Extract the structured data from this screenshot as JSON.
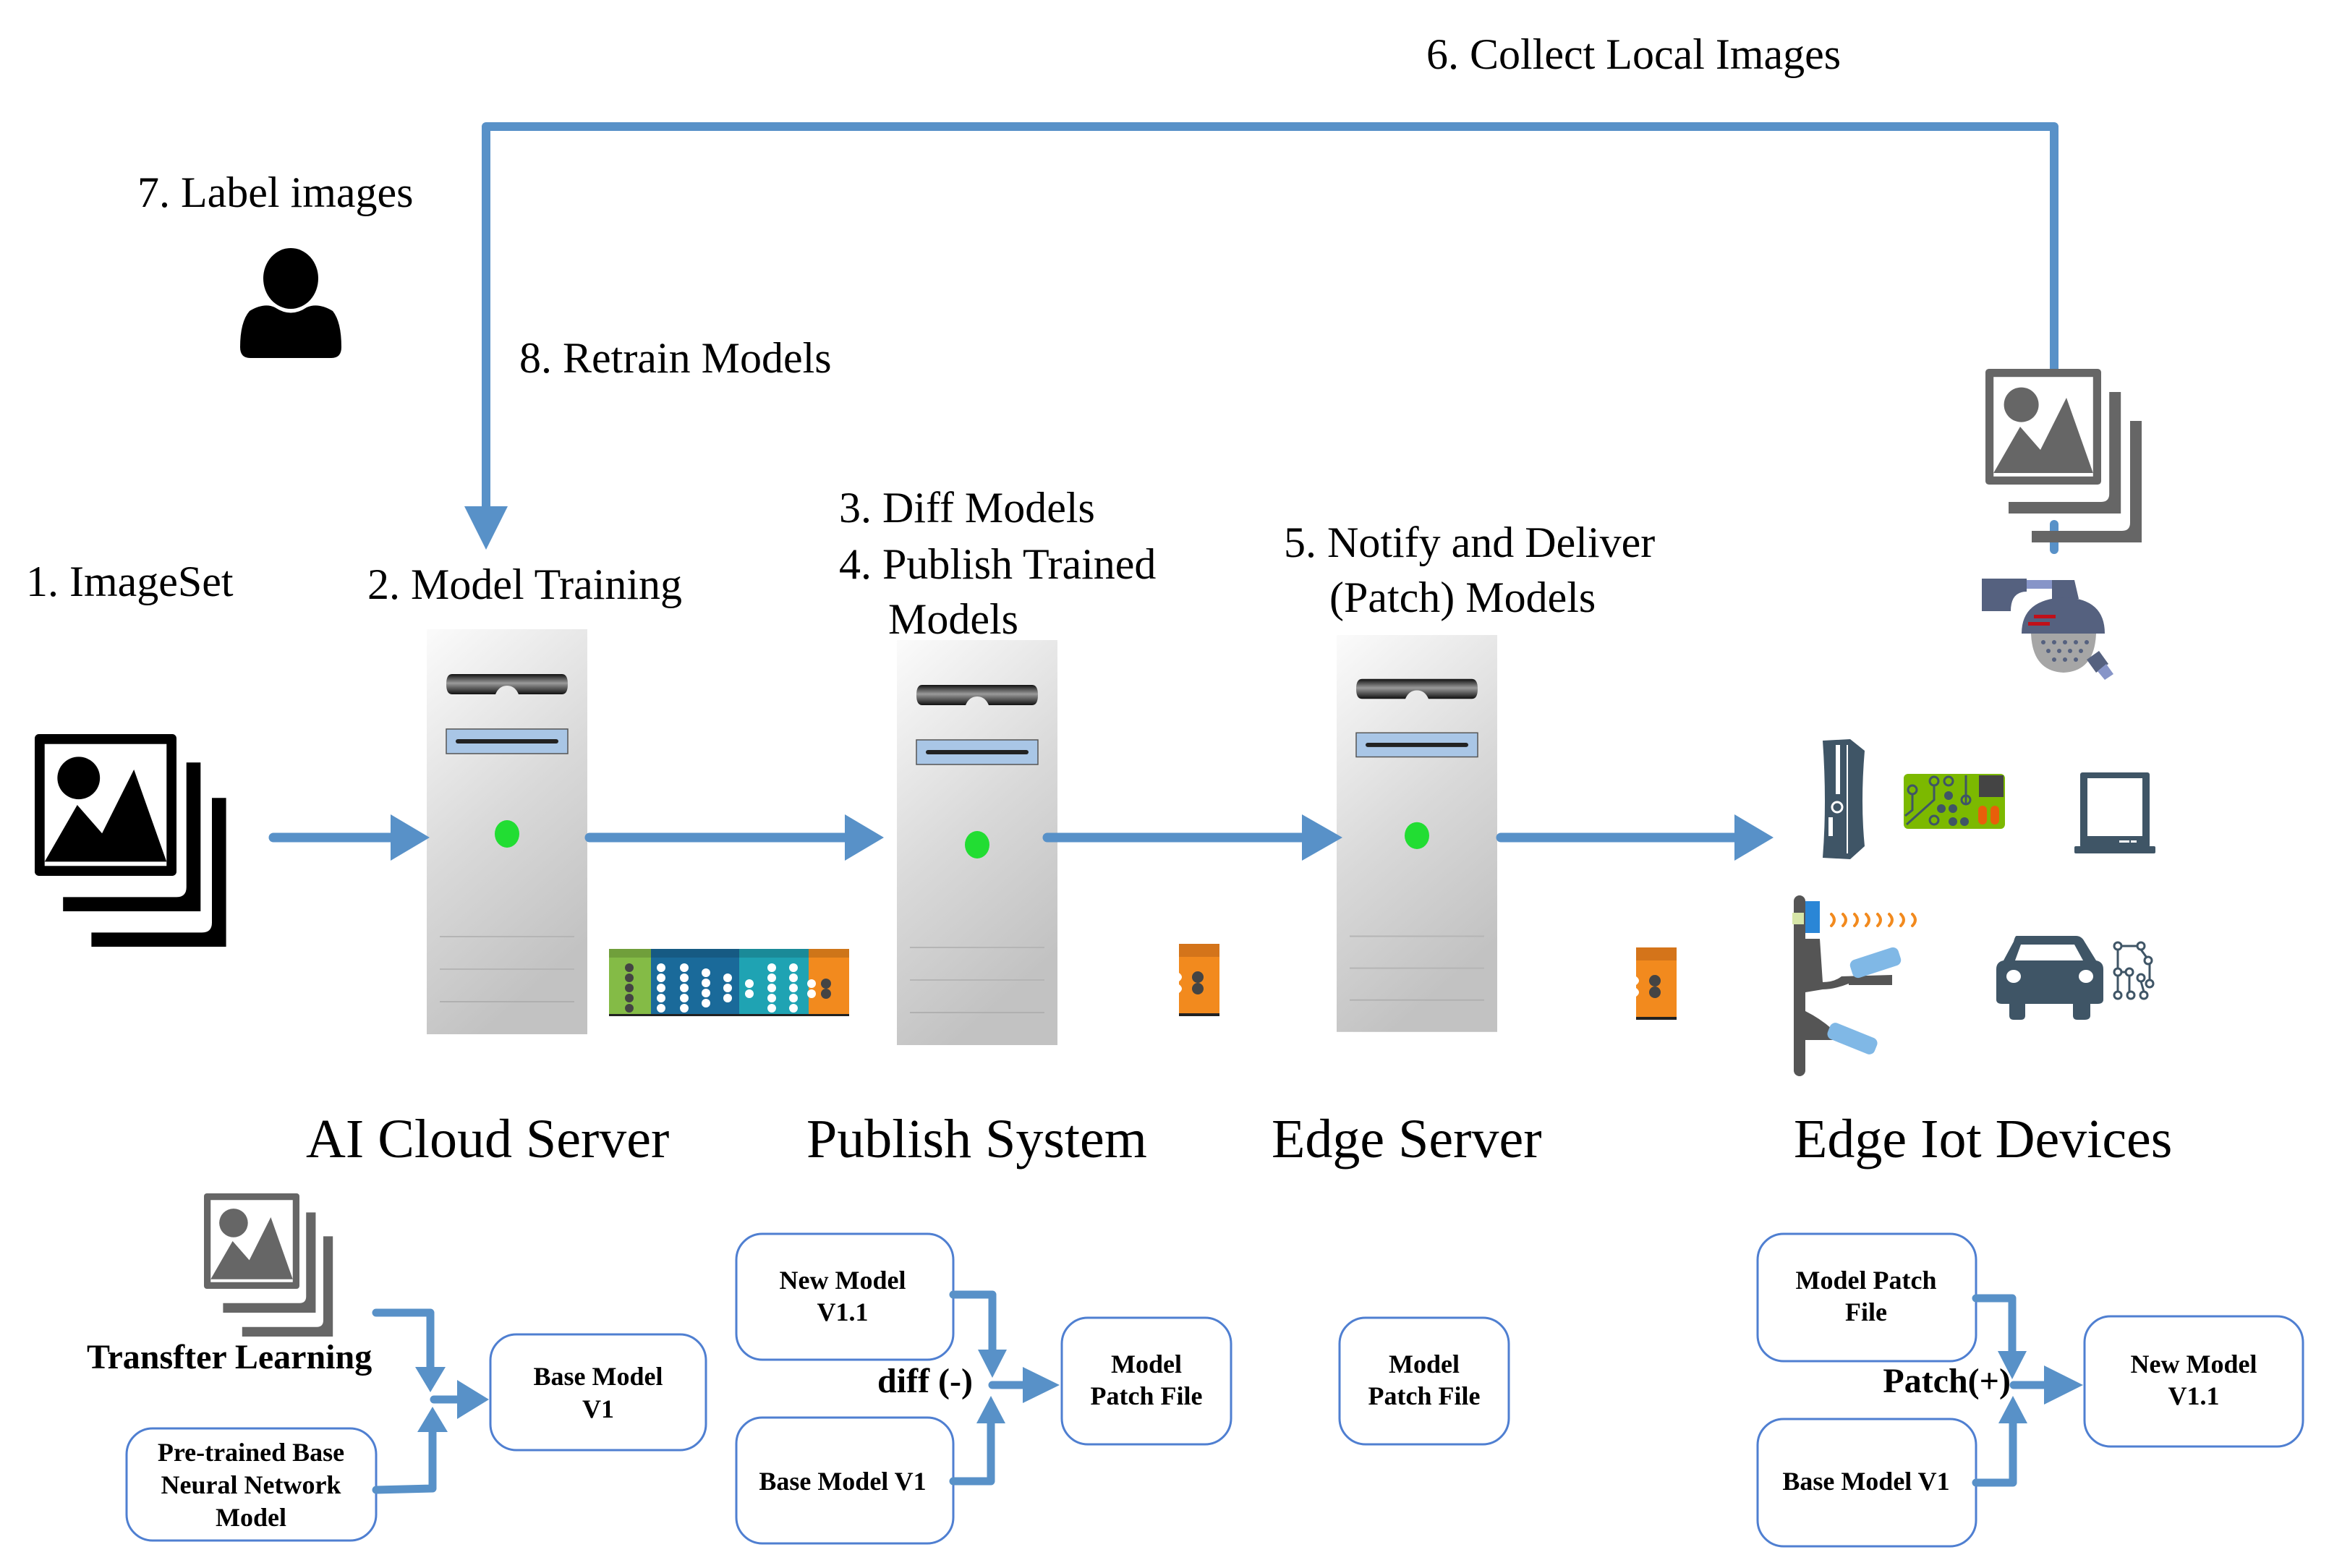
{
  "diagram": {
    "colors": {
      "arrow": "#5891c8",
      "box_border": "#4f7fd1",
      "server_led": "#22dd33",
      "server_bay": "#a9c6e6",
      "nn_input": "#84bb46",
      "nn_hidden": "#1a6a9a",
      "nn_hidden2": "#1fa3b3",
      "nn_output": "#f28a1e",
      "device_dark": "#3f5566",
      "icon_gray": "#666666",
      "icon_black": "#000000"
    },
    "steps": {
      "s1": "1. ImageSet",
      "s2": "2. Model Training",
      "s3": "3. Diff Models",
      "s4_line1": "4. Publish Trained",
      "s4_line2": "Models",
      "s5_line1": "5. Notify and Deliver",
      "s5_line2": "(Patch) Models",
      "s6": "6. Collect Local Images",
      "s7": "7. Label images",
      "s8": "8. Retrain Models"
    },
    "sections": [
      {
        "title": "AI Cloud Server"
      },
      {
        "title": "Publish System"
      },
      {
        "title": "Edge Server"
      },
      {
        "title": "Edge Iot Devices"
      }
    ],
    "icons": {
      "imageset": "image-stack-icon",
      "labeler": "person-icon",
      "local_images": "image-stack-icon",
      "server": "server-tower-icon",
      "neural_network": "neural-network-icon",
      "patch_model": "model-patch-icon",
      "devices": [
        "security-camera-icon",
        "game-console-icon",
        "circuit-board-icon",
        "tablet-icon",
        "robot-arm-sensor-icon",
        "connected-car-icon"
      ]
    },
    "cloud_detail": {
      "transfer_label": "Transfter Learning",
      "pretrained_line1": "Pre-trained Base",
      "pretrained_line2": "Neural Network",
      "pretrained_line3": "Model",
      "base_line1": "Base Model",
      "base_line2": "V1"
    },
    "publish_detail": {
      "new_line1": "New Model",
      "new_line2": "V1.1",
      "base": "Base Model V1",
      "operator": "diff (-)",
      "patch_line1": "Model",
      "patch_line2": "Patch File"
    },
    "edge_detail": {
      "patch_line1": "Model",
      "patch_line2": "Patch File"
    },
    "device_detail": {
      "patch_line1": "Model Patch",
      "patch_line2": "File",
      "base": "Base Model V1",
      "operator": "Patch(+)",
      "new_line1": "New Model",
      "new_line2": "V1.1"
    }
  }
}
